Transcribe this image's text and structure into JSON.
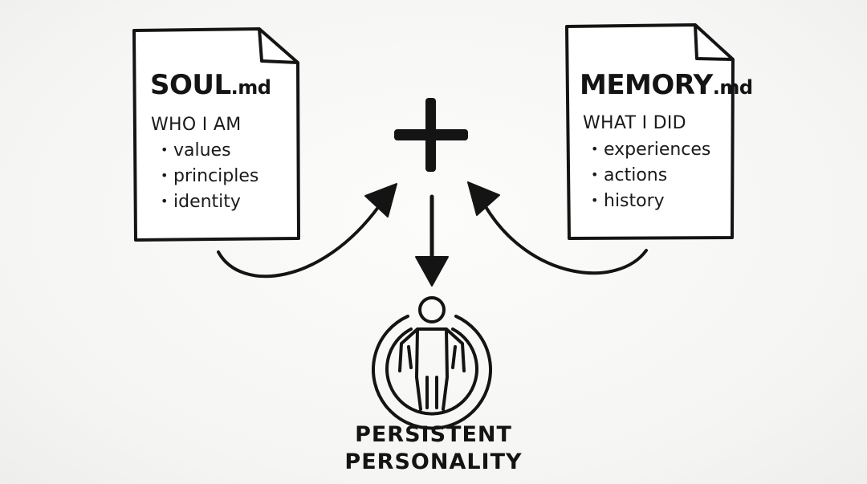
{
  "soul_doc": {
    "title": "SOUL",
    "extension": ".md",
    "subtitle": "WHO I AM",
    "items": [
      "values",
      "principles",
      "identity"
    ]
  },
  "memory_doc": {
    "title": "MEMORY",
    "extension": ".md",
    "subtitle": "WHAT I DID",
    "items": [
      "experiences",
      "actions",
      "history"
    ]
  },
  "result": {
    "line1": "PERSISTENT",
    "line2": "PERSONALITY"
  },
  "colors": {
    "ink": "#141414",
    "background": "#f7f7f5"
  },
  "icons": [
    "document-icon",
    "plus-icon",
    "arrow-icon",
    "person-icon"
  ]
}
